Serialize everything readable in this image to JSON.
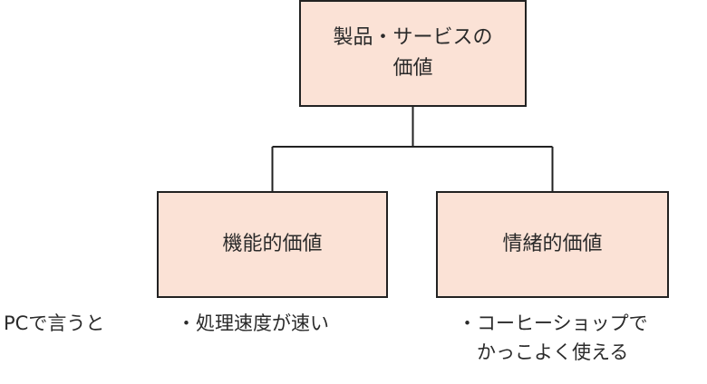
{
  "diagram": {
    "root": {
      "label": "製品・サービスの\n価値"
    },
    "children": [
      {
        "id": "func",
        "label": "機能的価値"
      },
      {
        "id": "emo",
        "label": "情緒的価値"
      }
    ],
    "captions": {
      "pc_intro": "PCで言うと",
      "func_example": "・処理速度が速い",
      "emo_example": "・コーヒーショップで\n　かっこよく使える"
    },
    "colors": {
      "node_fill": "#fbe2d6",
      "node_border": "#222222",
      "line": "#222222"
    }
  }
}
